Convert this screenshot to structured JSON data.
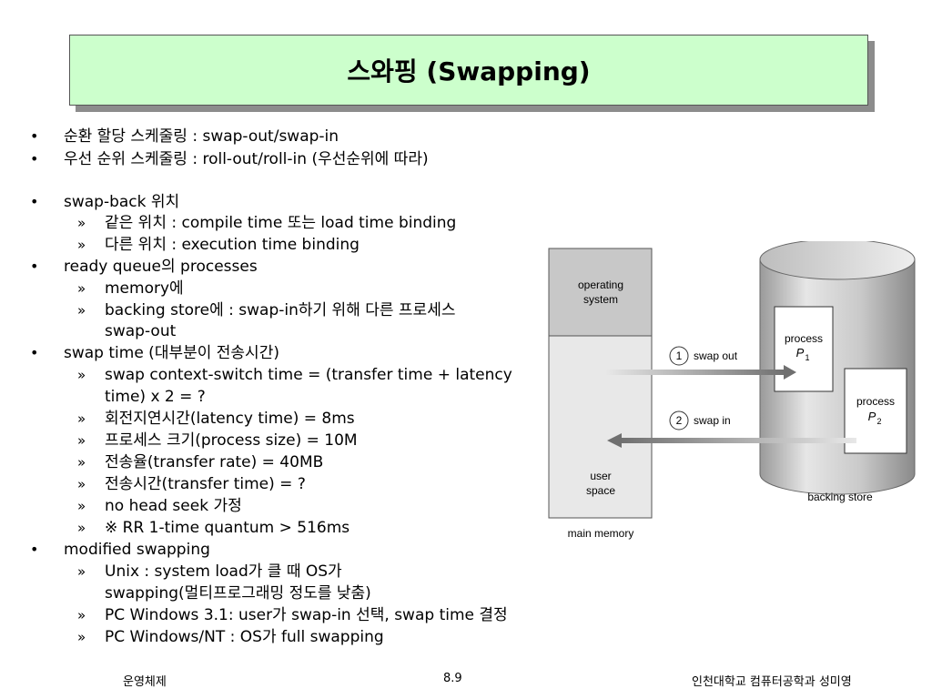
{
  "title": "스와핑  (Swapping)",
  "bullet_mark": "•",
  "sub_mark": "»",
  "lines": [
    {
      "level": 1,
      "text": "순환 할당 스케줄링 : swap-out/swap-in"
    },
    {
      "level": 1,
      "text": "우선 순위 스케줄링 : roll-out/roll-in (우선순위에 따라)"
    },
    {
      "level": 1,
      "text": "swap-back 위치"
    },
    {
      "level": 2,
      "text": "같은 위치 : compile time 또는 load time binding"
    },
    {
      "level": 2,
      "text": "다른 위치 : execution time binding"
    },
    {
      "level": 1,
      "text": "ready queue의 processes"
    },
    {
      "level": 2,
      "text": "memory에"
    },
    {
      "level": 2,
      "text": "backing store에 : swap-in하기 위해 다른 프로세스"
    },
    {
      "level": 0,
      "text": "swap-out"
    },
    {
      "level": 1,
      "text": "swap time (대부분이 전송시간)"
    },
    {
      "level": 2,
      "text": "swap context-switch time = (transfer time + latency"
    },
    {
      "level": 0,
      "text": "time) x 2 = ?"
    },
    {
      "level": 2,
      "text": "회전지연시간(latency time) = 8ms"
    },
    {
      "level": 2,
      "text": "프로세스 크기(process size) = 10M"
    },
    {
      "level": 2,
      "text": "전송율(transfer rate) = 40MB"
    },
    {
      "level": 2,
      "text": "전송시간(transfer time) = ?"
    },
    {
      "level": 2,
      "text": "no head seek 가정"
    },
    {
      "level": 2,
      "text": "※ RR 1-time quantum > 516ms"
    },
    {
      "level": 1,
      "text": "modified swapping"
    },
    {
      "level": 2,
      "text": "Unix : system load가 클 때 OS가"
    },
    {
      "level": 0,
      "text": "swapping(멀티프로그래밍 정도를 낮춤)"
    },
    {
      "level": 2,
      "text": "PC Windows 3.1: user가 swap-in 선택, swap time 결정"
    },
    {
      "level": 2,
      "text": "PC Windows/NT : OS가 full swapping"
    }
  ],
  "diagram": {
    "os_label_1": "operating",
    "os_label_2": "system",
    "user_label_1": "user",
    "user_label_2": "space",
    "main_memory": "main memory",
    "step1_num": "1",
    "step1_label": "swap out",
    "step2_num": "2",
    "step2_label": "swap in",
    "process": "process",
    "p1": "P",
    "p1_sub": "1",
    "p2": "P",
    "p2_sub": "2",
    "backing_store": "backing store"
  },
  "footer": {
    "left": "운영체제",
    "center": "8.9",
    "right": "인천대학교 컴퓨터공학과 성미영"
  }
}
